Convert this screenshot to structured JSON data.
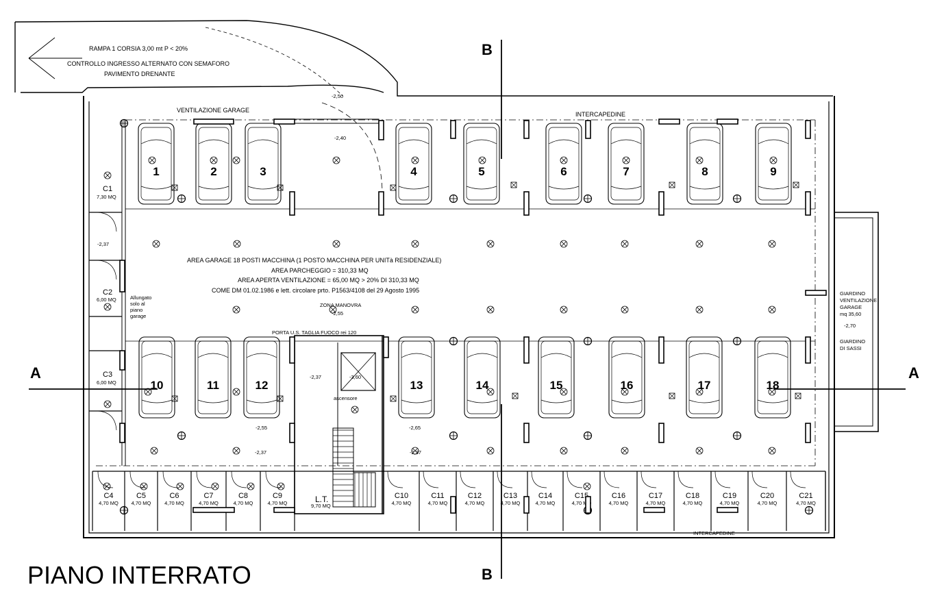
{
  "title": "PIANO INTERRATO",
  "ramp": {
    "line1": "RAMPA 1 CORSIA 3,00 mt P < 20%",
    "line2": "CONTROLLO INGRESSO ALTERNATO CON SEMAFORO",
    "line3": "PAVIMENTO DRENANTE"
  },
  "labels": {
    "ventilazione": "VENTILAZIONE GARAGE",
    "intercapedine_top": "INTERCAPEDINE",
    "intercapedine_bottom": "INTERCAPEDINE",
    "zona_manovra": "ZONA MANOVRA",
    "porta": "PORTA U.S. TAGLIA FUOCO rei 120",
    "ascensore": "ascensore",
    "lt": "L.T.",
    "lt_area": "9,70 MQ",
    "allungato": [
      "Allungato",
      "solo al",
      "piano",
      "garage"
    ],
    "giardino_vent": [
      "GIARDINO",
      "VENTILAZIONE",
      "GARAGE",
      "mq 35,60"
    ],
    "giardino_sassi": [
      "GIARDINO",
      "DI SASSI"
    ]
  },
  "info": {
    "line1": "AREA GARAGE 18 POSTI MACCHINA (1 POSTO MACCHINA PER UNITà RESIDENZIALE)",
    "line2": "AREA PARCHEGGIO = 310,33 MQ",
    "line3": "AREA APERTA VENTILAZIONE = 65,00 MQ > 20% DI 310,33 MQ",
    "line4": "COME DM 01.02.1986 e lett. circolare prto. P1563/4108 del 29 Agosto 1995"
  },
  "levels": {
    "l1": "-2,50",
    "l2": "-2,40",
    "l3": "-2,37",
    "l4": "-2,55",
    "l5": "-2,37",
    "l6": "-3,60",
    "l7": "-2,55",
    "l8": "-2,37",
    "l9": "-2,65",
    "l10": "-2,37",
    "l11": "-2,70"
  },
  "sections": {
    "a_left": "A",
    "a_right": "A",
    "b_top": "B",
    "b_bottom": "B"
  },
  "parking_top": [
    "1",
    "2",
    "3",
    "4",
    "5",
    "6",
    "7",
    "8",
    "9"
  ],
  "parking_bottom": [
    "10",
    "11",
    "12",
    "13",
    "14",
    "15",
    "16",
    "17",
    "18"
  ],
  "cellars_left": [
    {
      "name": "C1",
      "area": "7,30 MQ"
    },
    {
      "name": "C2",
      "area": "6,00 MQ"
    },
    {
      "name": "C3",
      "area": "6,00 MQ"
    }
  ],
  "cellars_bottom_left": [
    {
      "name": "C4",
      "area": "4,70 MQ"
    },
    {
      "name": "C5",
      "area": "4,70 MQ"
    },
    {
      "name": "C6",
      "area": "4,70 MQ"
    },
    {
      "name": "C7",
      "area": "4,70 MQ"
    },
    {
      "name": "C8",
      "area": "4,70 MQ"
    },
    {
      "name": "C9",
      "area": "4,70 MQ"
    }
  ],
  "cellars_bottom_right": [
    {
      "name": "C10",
      "area": "4,70 MQ"
    },
    {
      "name": "C11",
      "area": "4,70 MQ"
    },
    {
      "name": "C12",
      "area": "4,70 MQ"
    },
    {
      "name": "C13",
      "area": "4,70 MQ"
    },
    {
      "name": "C14",
      "area": "4,70 MQ"
    },
    {
      "name": "C15",
      "area": "4,70 MQ"
    },
    {
      "name": "C16",
      "area": "4,70 MQ"
    },
    {
      "name": "C17",
      "area": "4,70 MQ"
    },
    {
      "name": "C18",
      "area": "4,70 MQ"
    },
    {
      "name": "C19",
      "area": "4,70 MQ"
    },
    {
      "name": "C20",
      "area": "4,70 MQ"
    },
    {
      "name": "C21",
      "area": "4,70 MQ"
    }
  ]
}
